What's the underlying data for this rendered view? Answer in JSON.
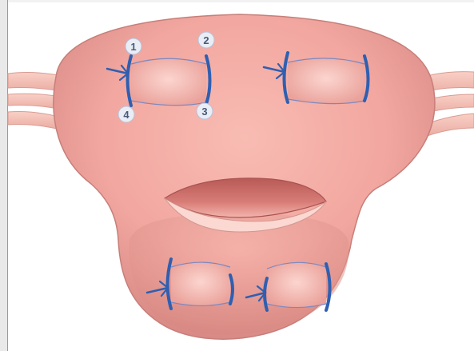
{
  "figure": {
    "subject": "uterus-suture-diagram",
    "markers": [
      {
        "id": "marker-1",
        "label": "1"
      },
      {
        "id": "marker-2",
        "label": "2"
      },
      {
        "id": "marker-3",
        "label": "3"
      },
      {
        "id": "marker-4",
        "label": "4"
      }
    ],
    "colors": {
      "tissue": "#f2a9a3",
      "tissue_shadow": "#d98a86",
      "tissue_highlight": "#fbd3cc",
      "suture": "#2f5fb0",
      "outline_thin": "#7d88c0",
      "tube": "#f5c1b5",
      "label_circle": "#e9eef6",
      "label_text": "#4a5a78"
    }
  }
}
